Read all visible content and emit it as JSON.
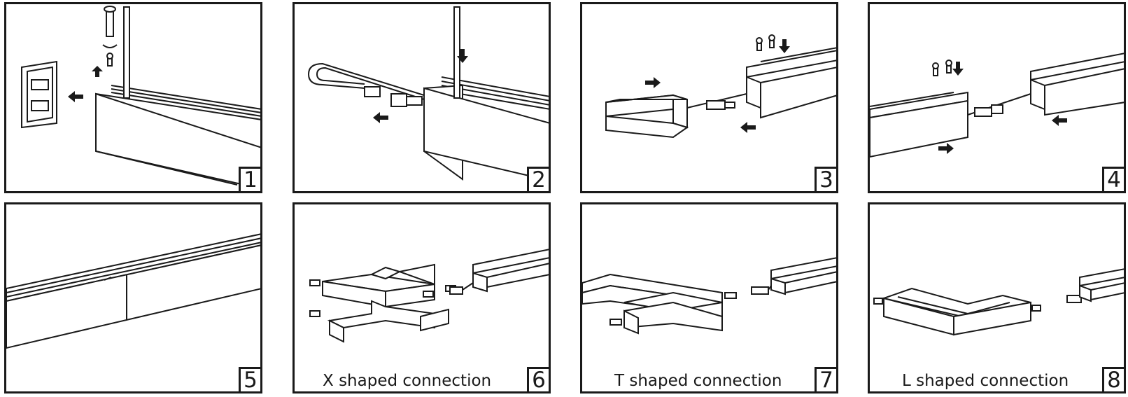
{
  "steps": [
    {
      "number": "1",
      "caption": ""
    },
    {
      "number": "2",
      "caption": ""
    },
    {
      "number": "3",
      "caption": ""
    },
    {
      "number": "4",
      "caption": ""
    },
    {
      "number": "5",
      "caption": ""
    },
    {
      "number": "6",
      "caption": "X shaped connection"
    },
    {
      "number": "7",
      "caption": "T shaped connection"
    },
    {
      "number": "8",
      "caption": "L shaped connection"
    }
  ],
  "colors": {
    "line": "#1a1a1a",
    "fill": "#ffffff",
    "rail": "#cfcfcf"
  },
  "icons": [
    "arrow-icon",
    "screw-icon",
    "screwdriver-icon",
    "connector-icon",
    "end-cap-icon"
  ]
}
